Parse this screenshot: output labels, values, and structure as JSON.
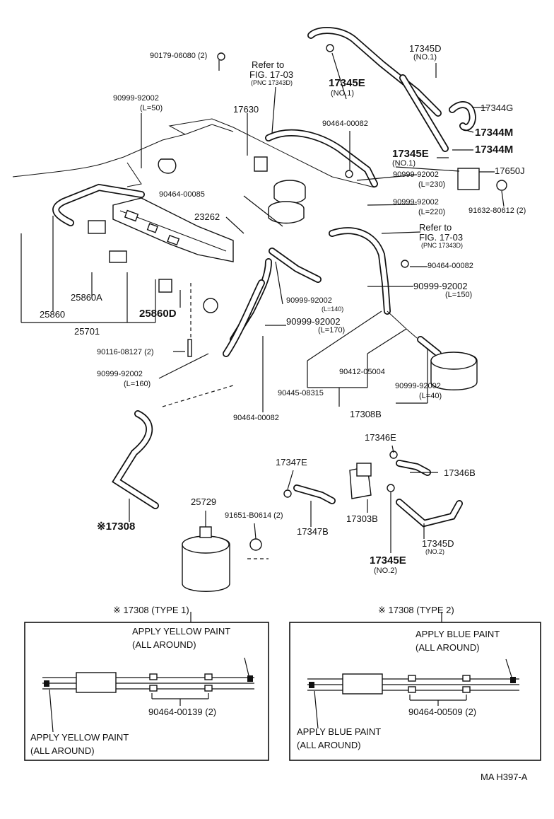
{
  "labels": {
    "p90179": "90179-06080 (2)",
    "p90999_l50_a": "90999-92002",
    "p90999_l50_b": "(L=50)",
    "refer1_a": "Refer to",
    "refer1_b": "FIG. 17-03",
    "refer1_c": "(PNC 17343D)",
    "p17345E_1": "17345E",
    "p17345E_1n": "(NO.1)",
    "p17345D_1": "17345D",
    "p17345D_1n": "(NO.1)",
    "p17344G": "17344G",
    "p17344M_1": "17344M",
    "p17344M_2": "17344M",
    "p17630": "17630",
    "p90464_a": "90464-00082",
    "p17345E_2": "17345E",
    "p17345E_2n": "(NO.1)",
    "p17650J": "17650J",
    "p90999_l230_a": "90999-92002",
    "p90999_l230_b": "(L=230)",
    "p90999_l220_a": "90999-92002",
    "p90999_l220_b": "(L=220)",
    "p91632": "91632-80612 (2)",
    "p90464_85": "90464-00085",
    "p23262": "23262",
    "refer2_a": "Refer to",
    "refer2_b": "FIG. 17-03",
    "refer2_c": "(PNC 17343D)",
    "p90464_b": "90464-00082",
    "p90999_l150_a": "90999-92002",
    "p90999_l150_b": "(L=150)",
    "p90999_l140_a": "90999-92002",
    "p90999_l140_b": "(L=140)",
    "p90999_l170_a": "90999-92002",
    "p90999_l170_b": "(L=170)",
    "p25860A": "25860A",
    "p25860": "25860",
    "p25860D": "25860D",
    "p25701": "25701",
    "p90116": "90116-08127 (2)",
    "p90999_l160_a": "90999-92002",
    "p90999_l160_b": "(L=160)",
    "p90412": "90412-05004",
    "p90445": "90445-08315",
    "p90999_l40_a": "90999-92002",
    "p90999_l40_b": "(L=40)",
    "p17308B": "17308B",
    "p90464_c": "90464-00082",
    "p17346E": "17346E",
    "p17347E": "17347E",
    "p17346B": "17346B",
    "p25729": "25729",
    "p91651": "91651-B0614 (2)",
    "p17347B": "17347B",
    "p17303B": "17303B",
    "p17308": "※17308",
    "p17345D_2": "17345D",
    "p17345D_2n": "(NO.2)",
    "p17345E_3": "17345E",
    "p17345E_3n": "(NO.2)",
    "type1_title": "※ 17308 (TYPE 1)",
    "type2_title": "※ 17308 (TYPE 2)",
    "type1_top_a": "APPLY YELLOW PAINT",
    "type1_top_b": "(ALL AROUND)",
    "type1_part": "90464-00139 (2)",
    "type1_bot_a": "APPLY YELLOW PAINT",
    "type1_bot_b": "(ALL AROUND)",
    "type2_top_a": "APPLY BLUE PAINT",
    "type2_top_b": "(ALL AROUND)",
    "type2_part": "90464-00509 (2)",
    "type2_bot_a": "APPLY BLUE PAINT",
    "type2_bot_b": "(ALL AROUND)",
    "code": "MA  H397-A"
  }
}
